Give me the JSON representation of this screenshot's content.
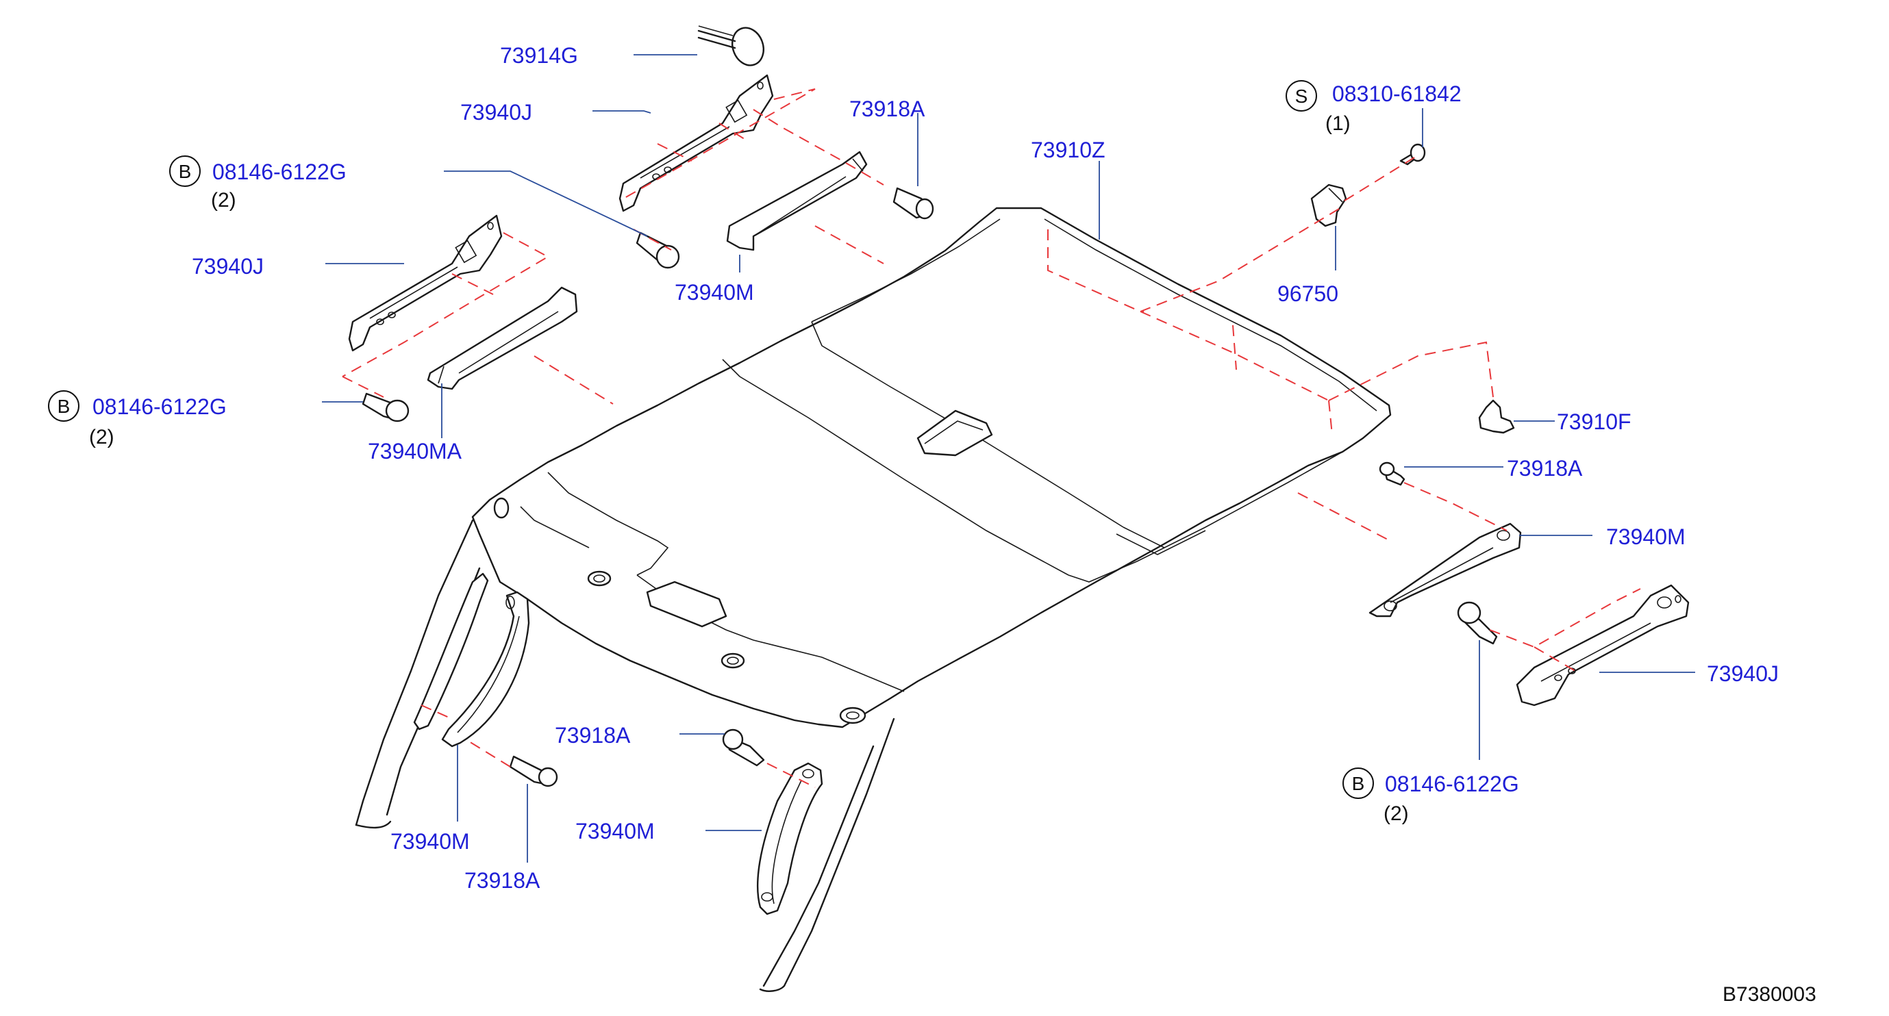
{
  "diagram": {
    "labels": {
      "l_73914G": "73914G",
      "l_73940J_top": "73940J",
      "l_73918A_top": "73918A",
      "l_73910Z": "73910Z",
      "l_08310": "08310-61842",
      "q_08310": "(1)",
      "l_08146_a": "08146-6122G",
      "q_08146_a": "(2)",
      "l_73940J_left": "73940J",
      "l_73940M_topmid": "73940M",
      "l_96750": "96750",
      "l_08146_b": "08146-6122G",
      "q_08146_b": "(2)",
      "l_73940MA": "73940MA",
      "l_73910F": "73910F",
      "l_73918A_right": "73918A",
      "l_73940M_right": "73940M",
      "l_73940J_right": "73940J",
      "l_73918A_bottom": "73918A",
      "l_73940M_botleft": "73940M",
      "l_73918A_botleft": "73918A",
      "l_73940M_botmid": "73940M",
      "l_08146_c": "08146-6122G",
      "q_08146_c": "(2)",
      "c_S": "S",
      "c_B1": "B",
      "c_B2": "B",
      "c_B3": "B"
    },
    "drawing_code": "B7380003"
  }
}
